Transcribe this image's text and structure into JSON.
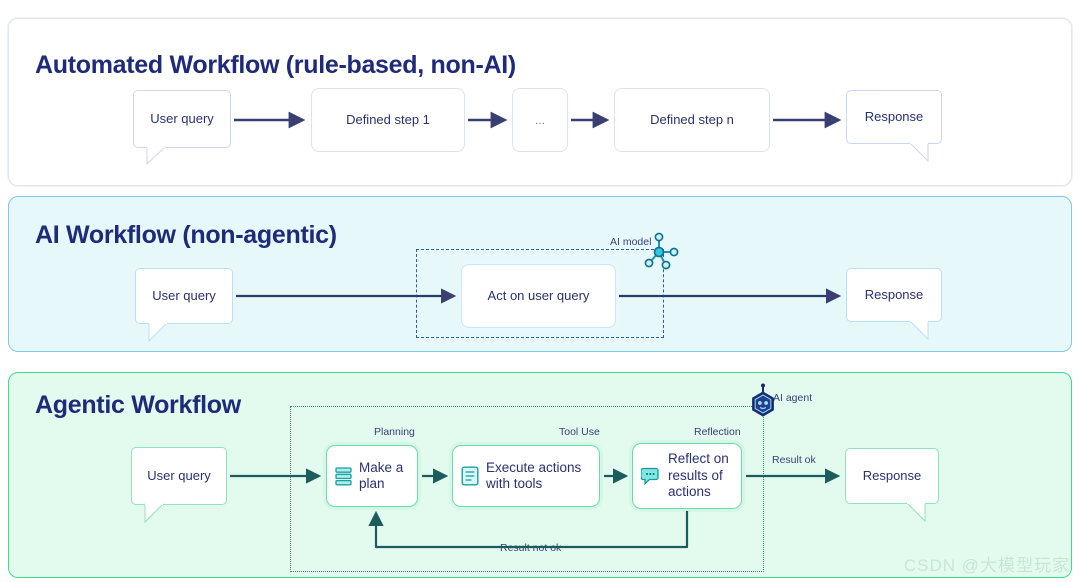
{
  "panels": [
    {
      "id": "automated",
      "title": "Automated Workflow (rule-based, non-AI)",
      "bg": "#ffffff",
      "border": "#e3e8ef",
      "nodes": [
        {
          "name": "user-query",
          "label": "User query"
        },
        {
          "name": "defined-step-1",
          "label": "Defined step 1"
        },
        {
          "name": "ellipsis-step",
          "label": "..."
        },
        {
          "name": "defined-step-n",
          "label": "Defined step n"
        },
        {
          "name": "response",
          "label": "Response"
        }
      ]
    },
    {
      "id": "ai",
      "title": "AI Workflow (non-agentic)",
      "bg": "#e7f8fb",
      "border": "#7ec8e8",
      "nodes": [
        {
          "name": "user-query",
          "label": "User query"
        },
        {
          "name": "act-on-user-query",
          "label": "Act on user query"
        },
        {
          "name": "response",
          "label": "Response"
        }
      ],
      "boundary_label": "AI model",
      "boundary_icon": "ai-model-node-graph-icon"
    },
    {
      "id": "agentic",
      "title": "Agentic Workflow",
      "bg": "#e2fbee",
      "border": "#3ddc8c",
      "nodes": [
        {
          "name": "user-query",
          "label": "User query"
        },
        {
          "name": "make-a-plan",
          "label": "Make a plan",
          "caption": "Planning",
          "icon": "stacked-layers-icon"
        },
        {
          "name": "execute-actions-with-tools",
          "label": "Execute actions with tools",
          "caption": "Tool Use",
          "icon": "document-list-icon"
        },
        {
          "name": "reflect-on-results",
          "label": "Reflect on results of actions",
          "caption": "Reflection",
          "icon": "speech-bubble-icon"
        },
        {
          "name": "response",
          "label": "Response"
        }
      ],
      "boundary_label": "AI agent",
      "boundary_icon": "ai-agent-robot-hex-icon",
      "edge_labels": {
        "ok": "Result ok",
        "not_ok": "Result not ok"
      }
    }
  ],
  "colors": {
    "title_navy": "#1f2a7a",
    "arrow_navy": "#3a3f73",
    "arrow_teal": "#1d5c5c",
    "panel_ai_bg": "#e7f8fb",
    "panel_agentic_bg": "#e2fbee",
    "accent_teal": "#3bc9c9",
    "accent_green": "#3ddc8c"
  },
  "watermark": "CSDN @大模型玩家"
}
